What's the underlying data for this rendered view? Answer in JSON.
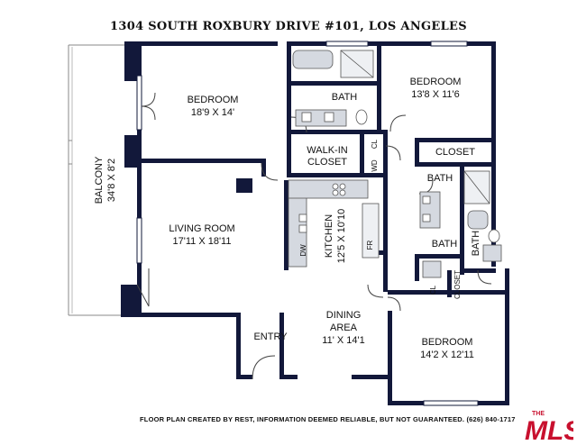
{
  "header": {
    "title": "1304 SOUTH ROXBURY DRIVE #101, LOS ANGELES"
  },
  "rooms": {
    "balcony": {
      "name": "BALCONY",
      "dims": "34'8 X 8'2"
    },
    "bedroom_main": {
      "name": "BEDROOM",
      "dims": "18'9 X 14'"
    },
    "bath_main": {
      "name": "BATH"
    },
    "bedroom_ne": {
      "name": "BEDROOM",
      "dims": "13'8 X 11'6"
    },
    "walkin": {
      "line1": "WALK-IN",
      "line2": "CLOSET"
    },
    "cl_walkin": {
      "name": "CL"
    },
    "wd": {
      "name": "WD"
    },
    "closet_ne": {
      "name": "CLOSET"
    },
    "bath_ne": {
      "name": "BATH"
    },
    "bath_mid": {
      "name": "BATH"
    },
    "bath_side": {
      "name": "BATH"
    },
    "living": {
      "name": "LIVING ROOM",
      "dims": "17'11 X 18'11"
    },
    "kitchen": {
      "name": "KITCHEN",
      "dims": "12'5 X 10'10"
    },
    "dw": {
      "name": "DW"
    },
    "fr": {
      "name": "FR"
    },
    "cl_small": {
      "name": "CL"
    },
    "closet_small": {
      "name": "CLOSET"
    },
    "dining": {
      "line1": "DINING",
      "line2": "AREA",
      "dims": "11' X 14'1"
    },
    "entry": {
      "name": "ENTRY"
    },
    "bedroom_se": {
      "name": "BEDROOM",
      "dims": "14'2 X 12'11"
    }
  },
  "footer": {
    "note": "FLOOR PLAN CREATED BY REST, INFORMATION DEEMED RELIABLE, BUT NOT GUARANTEED. (626) 840-1717"
  },
  "logo": {
    "text_top": "THE",
    "text_main": "MLS"
  },
  "colors": {
    "wall": "#12183a",
    "window": "#3a3f4a",
    "fixture_fill": "#d5d9e0",
    "logo_red": "#c8102e"
  }
}
